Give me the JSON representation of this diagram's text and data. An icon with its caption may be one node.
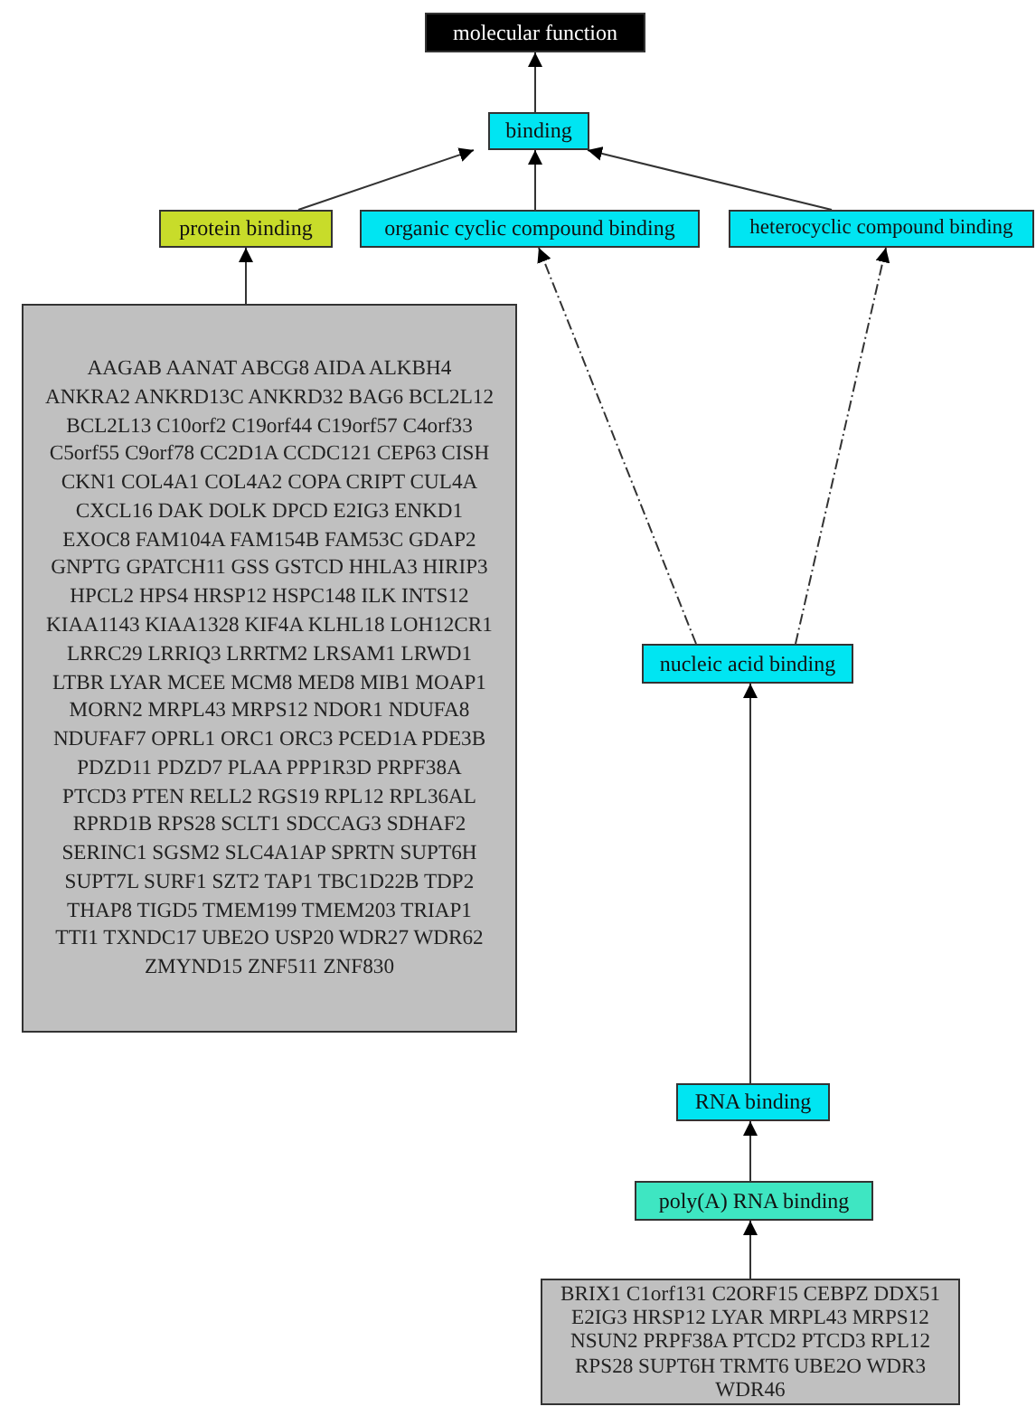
{
  "diagram": {
    "nodes": [
      {
        "text": [
          "molecular function"
        ]
      },
      {
        "text": [
          "binding"
        ]
      },
      {
        "text": [
          "protein binding"
        ]
      },
      {
        "text": [
          "organic cyclic compound binding"
        ]
      },
      {
        "text": [
          "heterocyclic compound binding"
        ]
      },
      {
        "text": [
          "AAGAB AANAT ABCG8 AIDA ALKBH4 ANKRA2 ANKRD13C ANKRD32 BAG6 BCL2L12 BCL2L13 C10orf2 C19orf44 C19orf57 C4orf33 C5orf55 C9orf78 CC2D1A CCDC121 CEP63 CISH CKN1 COL4A1 COL4A2 COPA CRIPT CUL4A CXCL16 DAK DOLK DPCD E2IG3 ENKD1 EXOC8 FAM104A FAM154B FAM53C GDAP2 GNPTG GPATCH11 GSS GSTCD HHLA3 HIRIP3 HPCL2 HPS4 HRSP12 HSPC148 ILK INTS12 KIAA1143 KIAA1328 KIF4A KLHL18 LOH12CR1 LRRC29 LRRIQ3 LRRTM2 LRSAM1 LRWD1 LTBR LYAR MCEE MCM8 MED8 MIB1 MOAP1 MORN2 MRPL43 MRPS12 NDOR1 NDUFA8 NDUFAF7 OPRL1 ORC1 ORC3 PCED1A PDE3B PDZD11 PDZD7 PLAA PPP1R3D PRPF38A PTCD3 PTEN RELL2 RGS19 RPL12 RPL36AL RPRD1B RPS28 SCLT1 SDCCAG3 SDHAF2 SERINC1 SGSM2 SLC4A1AP SPRTN SUPT6H SUPT7L SURF1 SZT2 TAP1 TBC1D22B TDP2 THAP8 TIGD5 TMEM199 TMEM203 TRIAP1 TTI1 TXNDC17 UBE2O USP20 WDR27 WDR62 ZMYND15 ZNF511 ZNF830"
        ]
      },
      {
        "text": [
          "nucleic acid binding"
        ]
      },
      {
        "text": [
          "RNA binding"
        ]
      },
      {
        "text": [
          "poly(A) RNA binding"
        ]
      },
      {
        "text": [
          "BRIX1 C1orf131 C2ORF15 CEBPZ DDX51 E2IG3 HRSP12 LYAR MRPL43 MRPS12 NSUN2 PRPF38A PTCD2 PTCD3 RPL12 RPS28 SUPT6H TRMT6 UBE2O WDR3 WDR46"
        ]
      }
    ],
    "edges": [
      {
        "from": 1,
        "to": 0,
        "arrow": "to"
      },
      {
        "from": 2,
        "to": 1,
        "arrow": "to"
      },
      {
        "from": 3,
        "to": 1,
        "arrow": "to"
      },
      {
        "from": 4,
        "to": 1,
        "arrow": "to"
      },
      {
        "from": 5,
        "to": 2,
        "arrow": "to"
      },
      {
        "from": 6,
        "to": 3,
        "arrow": "to",
        "style": "dashed"
      },
      {
        "from": 6,
        "to": 4,
        "arrow": "to",
        "style": "dashed"
      },
      {
        "from": 7,
        "to": 6,
        "arrow": "to"
      },
      {
        "from": 8,
        "to": 7,
        "arrow": "to"
      },
      {
        "from": 9,
        "to": 8,
        "arrow": "to"
      }
    ]
  }
}
